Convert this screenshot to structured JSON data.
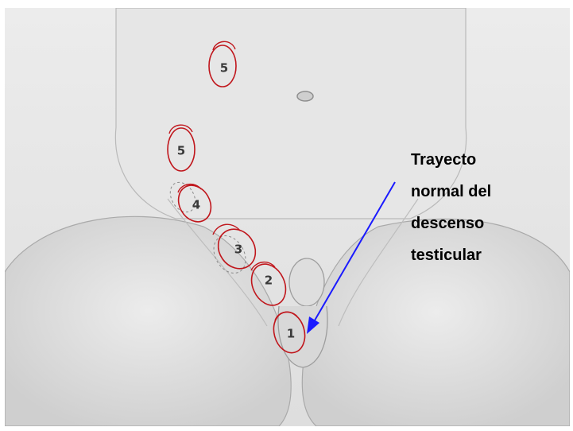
{
  "annotation": {
    "lines": [
      "Trayecto",
      "normal del",
      "descenso",
      "testicular"
    ],
    "arrow_color": "#1a1aff"
  },
  "markers": [
    {
      "label": "5"
    },
    {
      "label": "5"
    },
    {
      "label": "4"
    },
    {
      "label": "3"
    },
    {
      "label": "2"
    },
    {
      "label": "1"
    }
  ],
  "colors": {
    "marker_outline": "#c0161c",
    "background": "#e9e9e9"
  }
}
